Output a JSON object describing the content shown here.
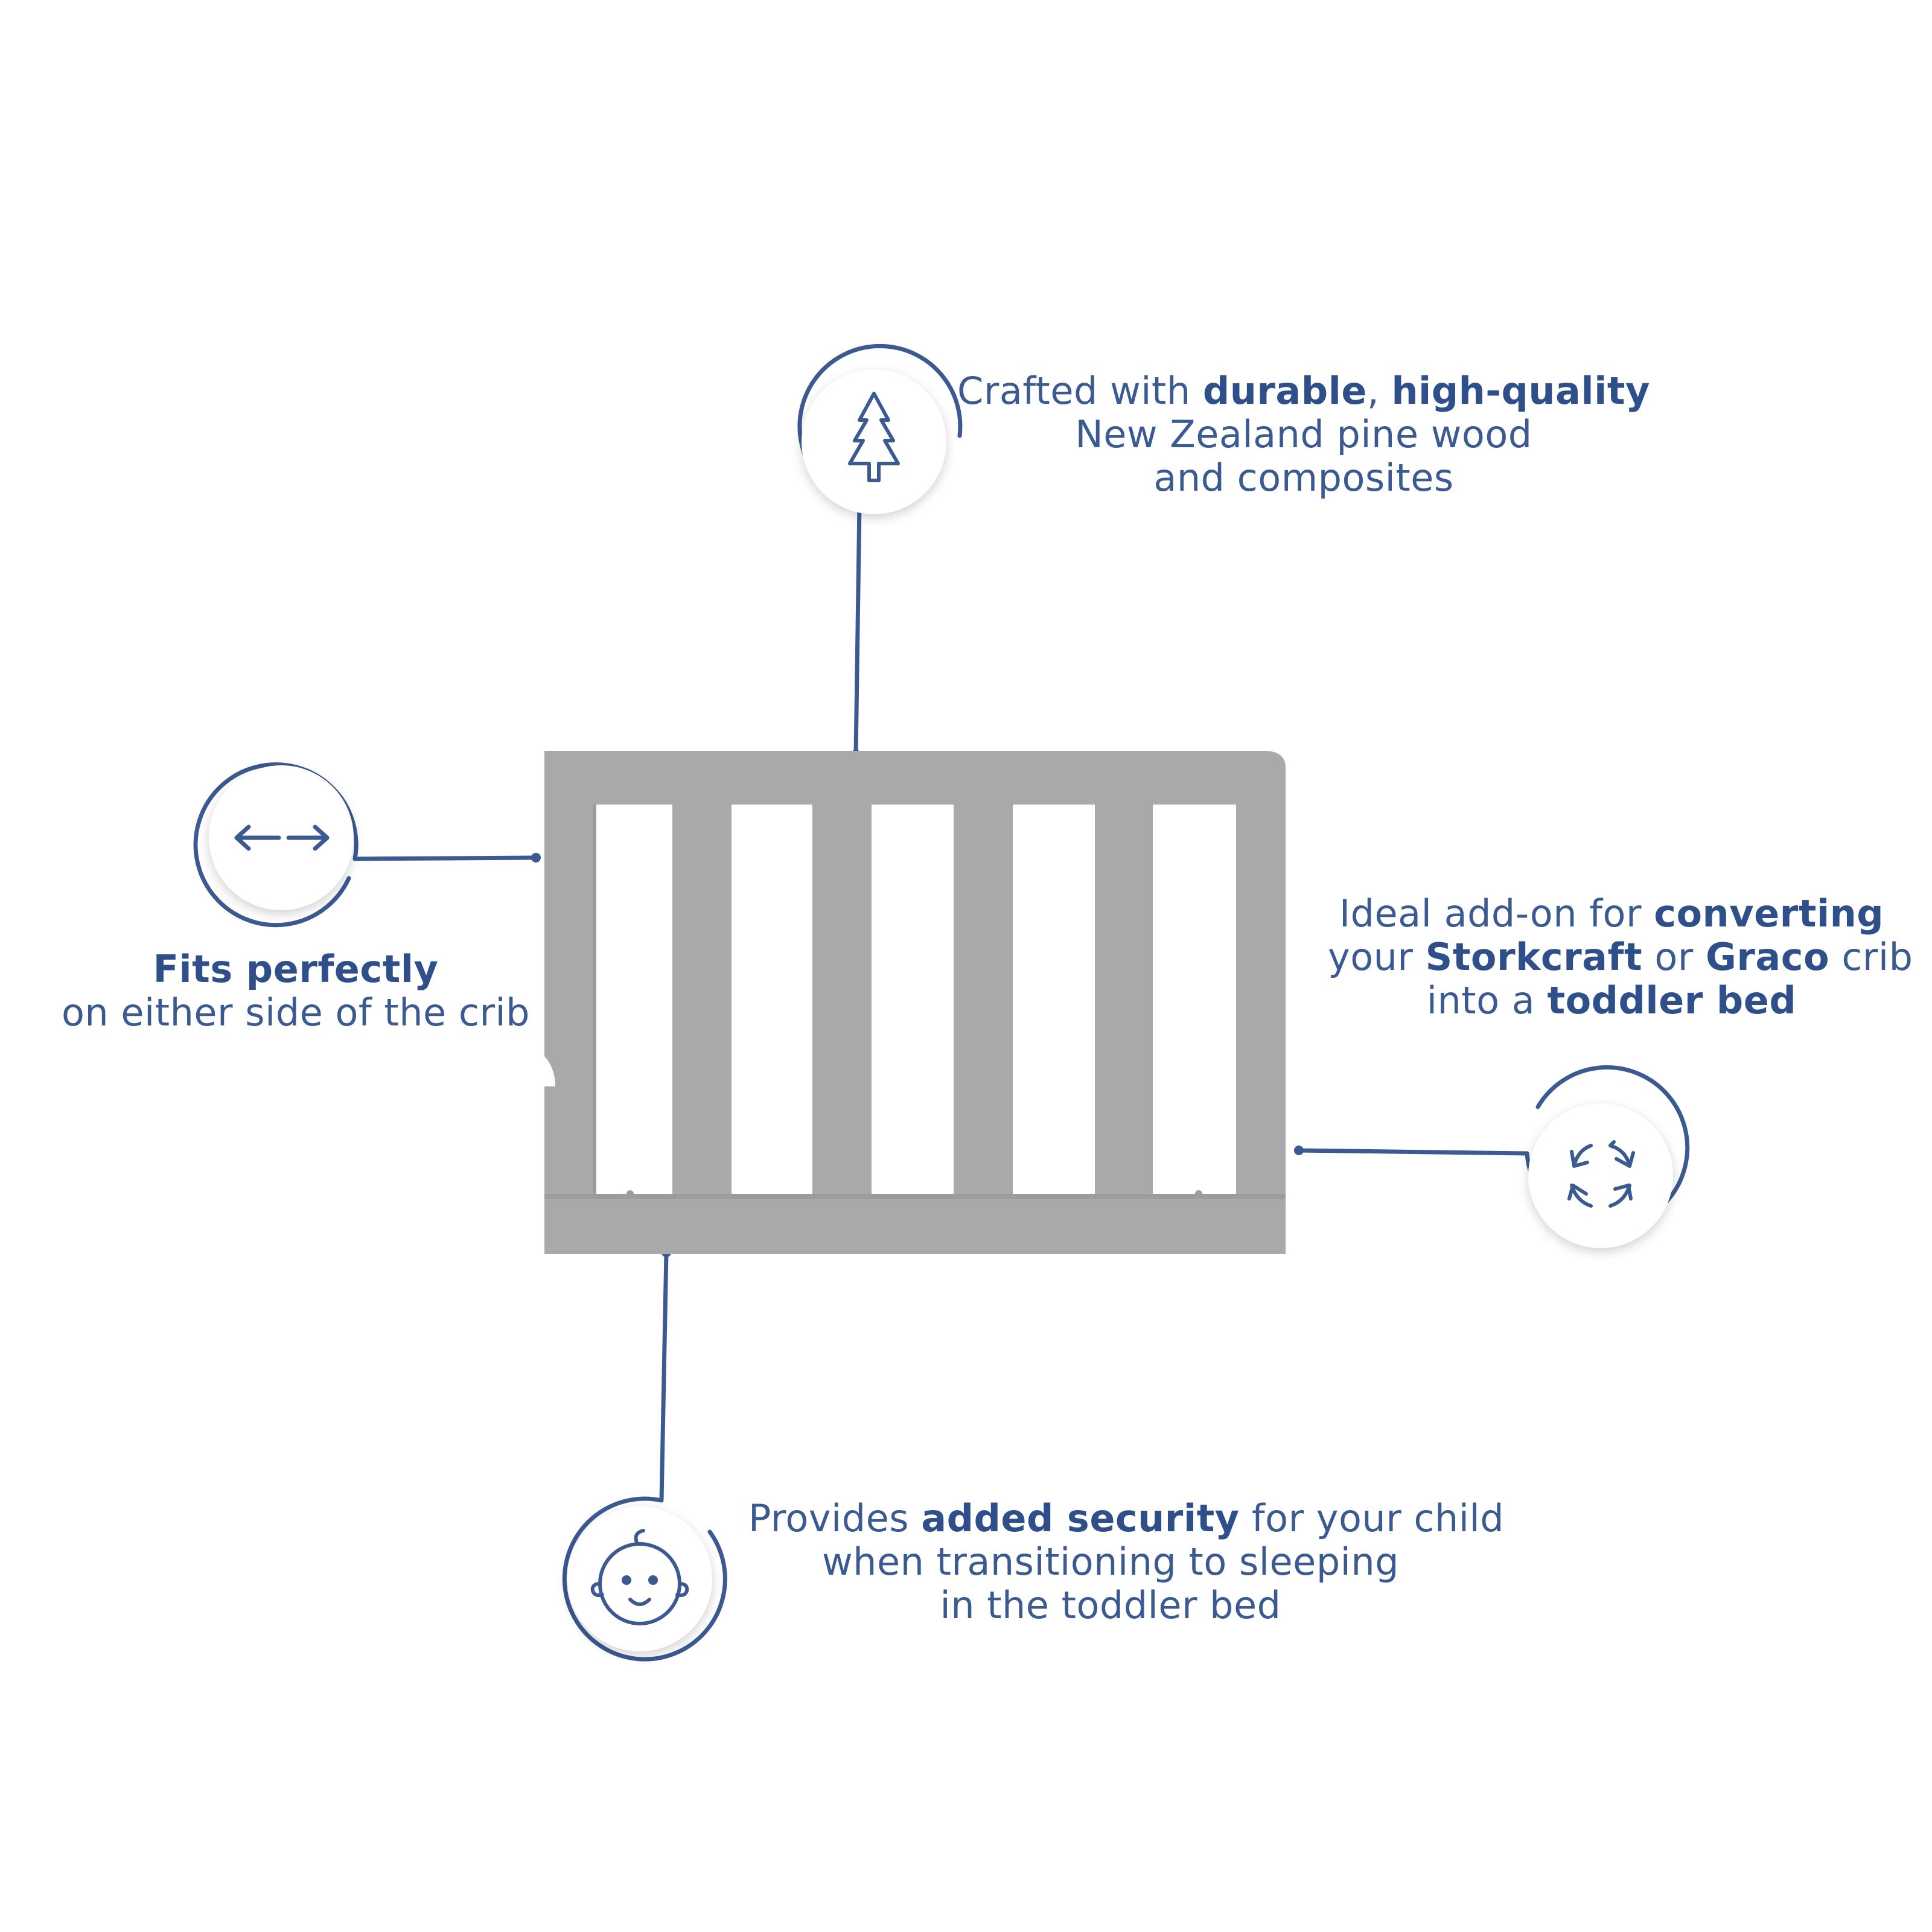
{
  "colors": {
    "accent": "#3b5a92",
    "rail": "#a7a9ab",
    "rail_dark": "#9a9c9e"
  },
  "features": {
    "wood": {
      "icon": "pine-tree-icon",
      "line1_pre": "Crafted with ",
      "line1_b1": "durable",
      "line1_mid": ", ",
      "line1_b2": "high-quality",
      "line2": "New Zealand pine wood",
      "line3": "and composites"
    },
    "fit": {
      "icon": "double-arrow-icon",
      "line1_b": "Fits perfectly",
      "line2": "on either side of the crib"
    },
    "convert": {
      "icon": "refresh-arrows-icon",
      "line1_pre": "Ideal add-on for ",
      "line1_b": "converting",
      "line2_pre": "your ",
      "line2_b1": "Storkcraft",
      "line2_mid": " or ",
      "line2_b2": "Graco",
      "line2_post": " crib",
      "line3_pre": "into a ",
      "line3_b": "toddler bed"
    },
    "security": {
      "icon": "baby-face-icon",
      "line1_pre": "Provides ",
      "line1_b": "added security",
      "line1_post": " for your child",
      "line2": "when transitioning to sleeping",
      "line3": "in the toddler bed"
    }
  }
}
